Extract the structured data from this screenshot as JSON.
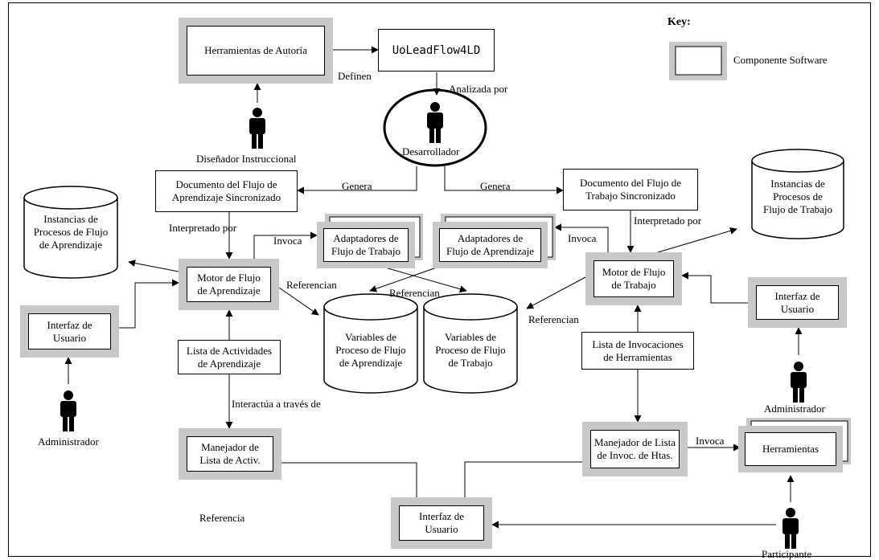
{
  "key": {
    "title": "Key:",
    "component_label": "Componente Software"
  },
  "components": {
    "authoring_tools": "Herramientas de Autoría",
    "uoleadflow": "UoLeadFlow4LD",
    "learning_flow_engine": "Motor de Flujo\nde Aprendizaje",
    "workflow_engine": "Motor de Flujo\nde Trabajo",
    "user_interface_left": "Interfaz de\nUsuario",
    "user_interface_right": "Interfaz de\nUsuario",
    "user_interface_bottom": "Interfaz de\nUsuario",
    "activity_list_manager": "Manejador de\nLista de Activ.",
    "tool_invocation_manager": "Manejador de Lista\nde Invoc. de Htas.",
    "workflow_adapters": "Adaptadores de\nFlujo de Trabajo",
    "learning_flow_adapters": "Adaptadores de\nFlujo de Aprendizaje",
    "tools": "Herramientas"
  },
  "documents": {
    "sync_learning_flow_doc": "Documento del Flujo de\nAprendizaje Sincronizado",
    "sync_workflow_doc": "Documento del Flujo de\nTrabajo Sincronizado",
    "learning_activity_list": "Lista de Actividades\nde Aprendizaje",
    "tool_invocation_list": "Lista de Invocaciones\nde Herramientas"
  },
  "databases": {
    "learning_process_instances": "Instancias de\nProcesos de Flujo\nde Aprendizaje",
    "workflow_process_instances": "Instancias de\nProcesos de\nFlujo de Trabajo",
    "learning_process_variables": "Variables de\nProceso de Flujo\nde Aprendizaje",
    "workflow_process_variables": "Variables de\nProceso de Flujo\nde Trabajo"
  },
  "actors": {
    "instructional_designer": "Diseñador Instruccional",
    "developer": "Desarrollador",
    "administrator_left": "Administrador",
    "administrator_right": "Administrador",
    "participant": "Participante"
  },
  "edge_labels": {
    "define": "Definen",
    "analyzed_by": "Analizada por",
    "generates_left": "Genera",
    "generates_right": "Genera",
    "interpreted_by_left": "Interpretado por",
    "interpreted_by_right": "Interpretado por",
    "invokes_left": "Invoca",
    "invokes_right": "Invoca",
    "invokes_tools": "Invoca",
    "references_left": "Referencian",
    "references_mid": "Referencian",
    "references_right": "Referencian",
    "interacts_through": "Interactúa a través de",
    "reference_single": "Referencia"
  }
}
